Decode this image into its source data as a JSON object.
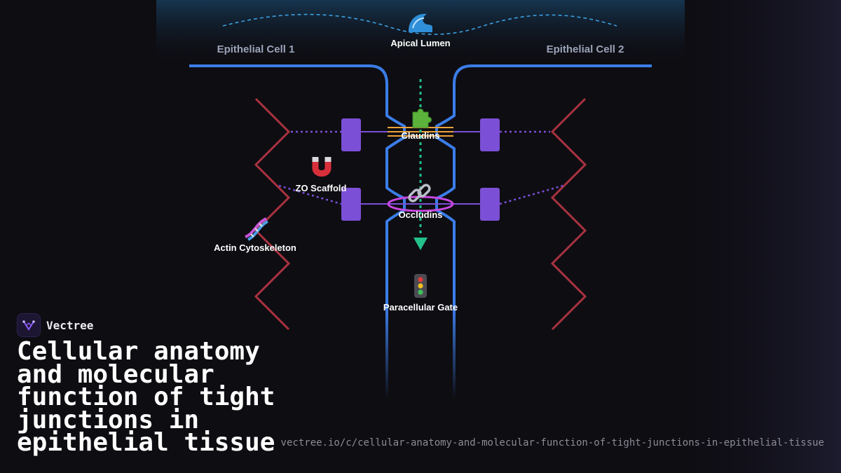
{
  "diagram": {
    "labels": {
      "cell1": "Epithelial Cell 1",
      "cell2": "Epithelial Cell 2",
      "lumen": "Apical Lumen",
      "claudins": "Claudins",
      "zo_scaffold": "ZO Scaffold",
      "occludins": "Occludins",
      "actin": "Actin Cytoskeleton",
      "gate": "Paracellular Gate"
    },
    "icons": {
      "lumen": "wave-icon",
      "claudins": "puzzle-piece-icon",
      "zo_scaffold": "magnet-icon",
      "occludins": "chain-link-icon",
      "actin": "dna-icon",
      "gate": "traffic-light-icon"
    },
    "colors": {
      "membrane": "#3b7de8",
      "cytoskeleton": "#a8323f",
      "junction_protein": "#7b4fd6",
      "claudin_strands": "#e8a33a",
      "occludin_ring": "#c847e0",
      "paracellular_flow": "#22c08a",
      "lumen_wave": "#3aa0e0"
    }
  },
  "brand": {
    "name": "Vectree"
  },
  "title": "Cellular anatomy and molecular function of tight junctions in epithelial tissue",
  "url": "vectree.io/c/cellular-anatomy-and-molecular-function-of-tight-junctions-in-epithelial-tissue"
}
